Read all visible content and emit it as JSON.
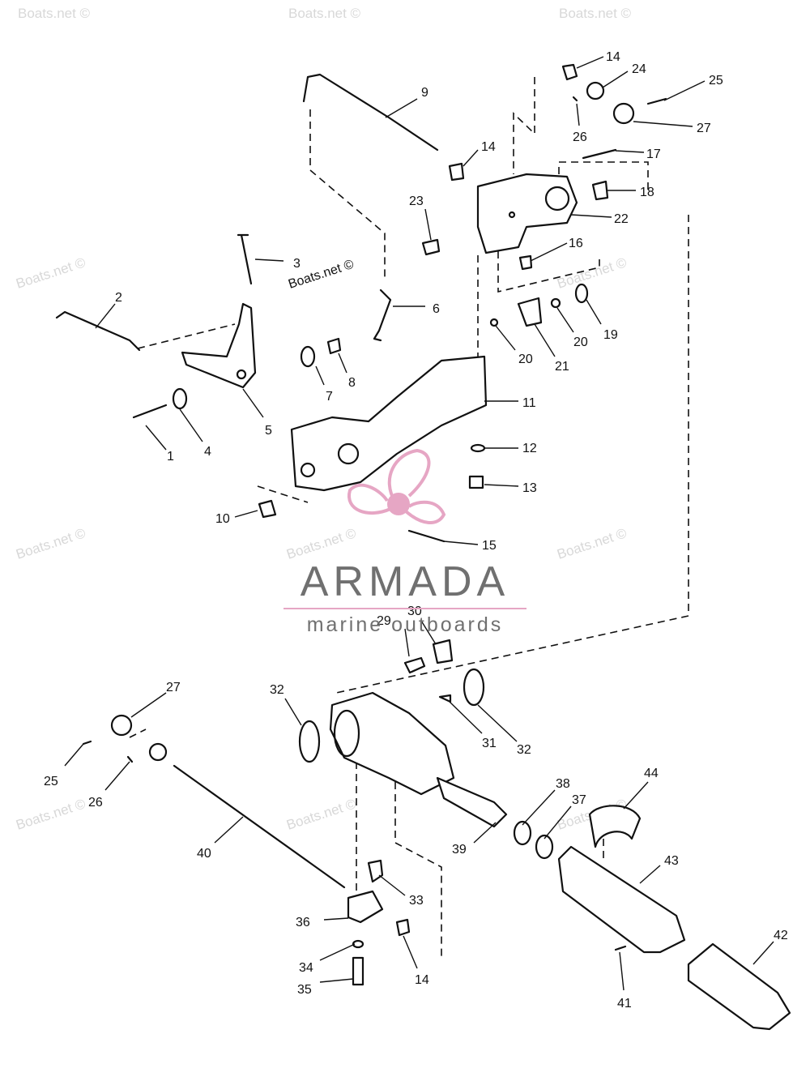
{
  "watermark": {
    "text": "Boats.net ©"
  },
  "brand": {
    "name": "ARMADA",
    "tagline": "marine outboards",
    "logo": "propeller-logo",
    "logo_color": "#e6a6c4",
    "text_color": "#707070"
  },
  "labels": [
    "1",
    "2",
    "3",
    "4",
    "5",
    "6",
    "7",
    "8",
    "9",
    "10",
    "11",
    "12",
    "13",
    "14",
    "14",
    "14",
    "15",
    "16",
    "17",
    "18",
    "19",
    "20",
    "20",
    "21",
    "22",
    "23",
    "24",
    "25",
    "25",
    "26",
    "26",
    "27",
    "27",
    "29",
    "30",
    "31",
    "32",
    "32",
    "33",
    "34",
    "35",
    "36",
    "37",
    "38",
    "39",
    "40",
    "41",
    "42",
    "43",
    "44"
  ]
}
